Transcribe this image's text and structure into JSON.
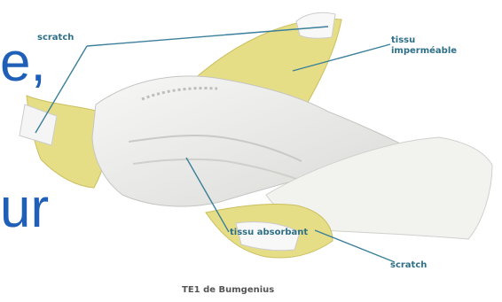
{
  "slide_text": {
    "line1": "e,",
    "line2": "ur"
  },
  "labels": {
    "scratch_top": "scratch",
    "tissu_line1": "tissu",
    "tissu_line2": "imperméable",
    "absorbant": "tissu absorbant",
    "scratch_bottom": "scratch"
  },
  "caption": "TE1 de Bumgenius",
  "colors": {
    "slide_text": "#1f5fb8",
    "label": "#2d6f86",
    "yellow": "#e6de86",
    "white_panel": "#f4f4f2",
    "line": "#3b7f9a"
  }
}
